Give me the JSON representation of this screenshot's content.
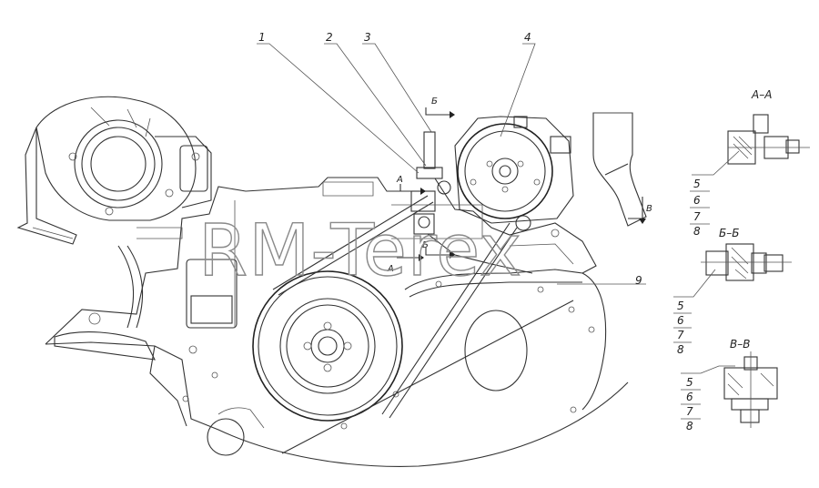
{
  "callouts": [
    "1",
    "2",
    "3",
    "4",
    "9"
  ],
  "section_marks": {
    "a": "А",
    "b": "Б",
    "v": "В"
  },
  "section_titles": {
    "aa": "А–А",
    "bb": "Б–Б",
    "vv": "В–В"
  },
  "section_parts": [
    "5",
    "6",
    "7",
    "8"
  ],
  "watermark": "RM-Terex",
  "colors": {
    "line": "#333333",
    "background": "#ffffff",
    "watermark": "#8a8a8a"
  }
}
